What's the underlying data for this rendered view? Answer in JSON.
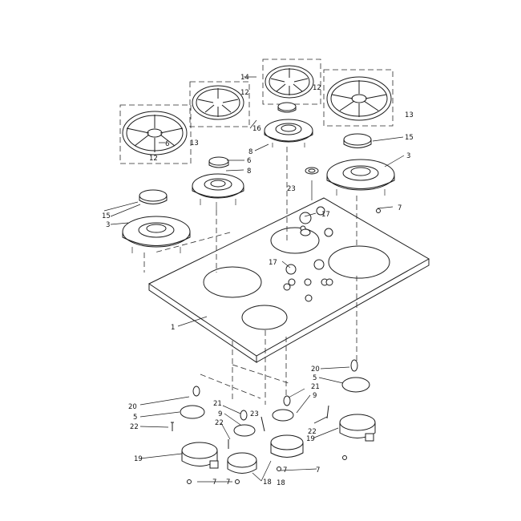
{
  "diagram": {
    "callouts": [
      "1",
      "3",
      "3",
      "5",
      "5",
      "6",
      "6",
      "7",
      "7",
      "7",
      "7",
      "7",
      "8",
      "8",
      "9",
      "9",
      "12",
      "12",
      "12",
      "13",
      "13",
      "14",
      "15",
      "15",
      "16",
      "17",
      "17",
      "18",
      "18",
      "19",
      "19",
      "20",
      "20",
      "21",
      "21",
      "22",
      "22",
      "22",
      "23",
      "23"
    ]
  }
}
